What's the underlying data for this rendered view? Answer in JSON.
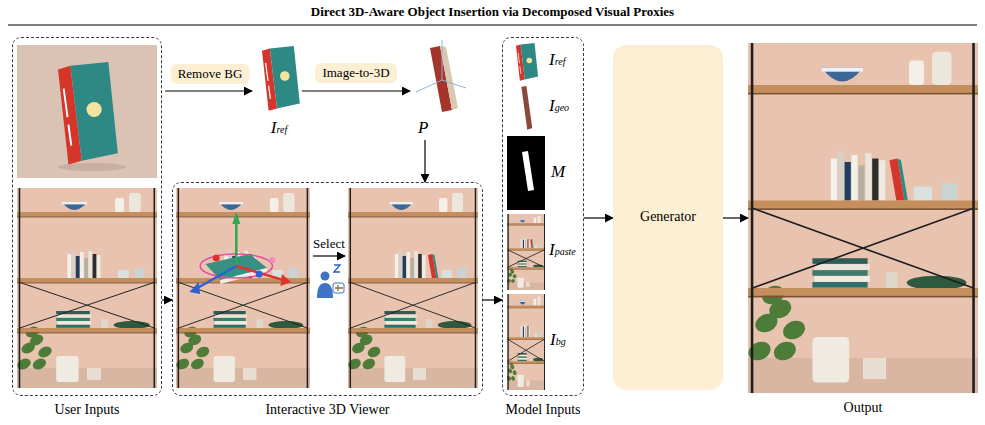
{
  "diagram": {
    "title": "Direct 3D-Aware Object Insertion via Decomposed Visual Proxies",
    "nodes": [
      {
        "text": [
          "User Inputs"
        ]
      },
      {
        "text": [
          "Iref"
        ]
      },
      {
        "text": [
          "P"
        ]
      },
      {
        "text": [
          "Interactive 3D Viewer"
        ]
      },
      {
        "text": [
          "Model Inputs"
        ]
      },
      {
        "text": [
          "Generator"
        ]
      },
      {
        "text": [
          "Output"
        ]
      }
    ],
    "edges": [
      {
        "from": 0,
        "to": 3,
        "arrow": "to"
      },
      {
        "from": 1,
        "to": 2,
        "label": "Image-to-3D",
        "arrow": "to"
      },
      {
        "from": 2,
        "to": 3,
        "arrow": "to"
      },
      {
        "from": 3,
        "to": 4,
        "arrow": "to"
      },
      {
        "from": 4,
        "to": 5,
        "arrow": "to"
      },
      {
        "from": 5,
        "to": 6,
        "arrow": "to"
      }
    ],
    "labels": [
      "Remove BG",
      "Select",
      "Iref",
      "Igeo",
      "M",
      "Ipaste",
      "Ibg"
    ]
  }
}
